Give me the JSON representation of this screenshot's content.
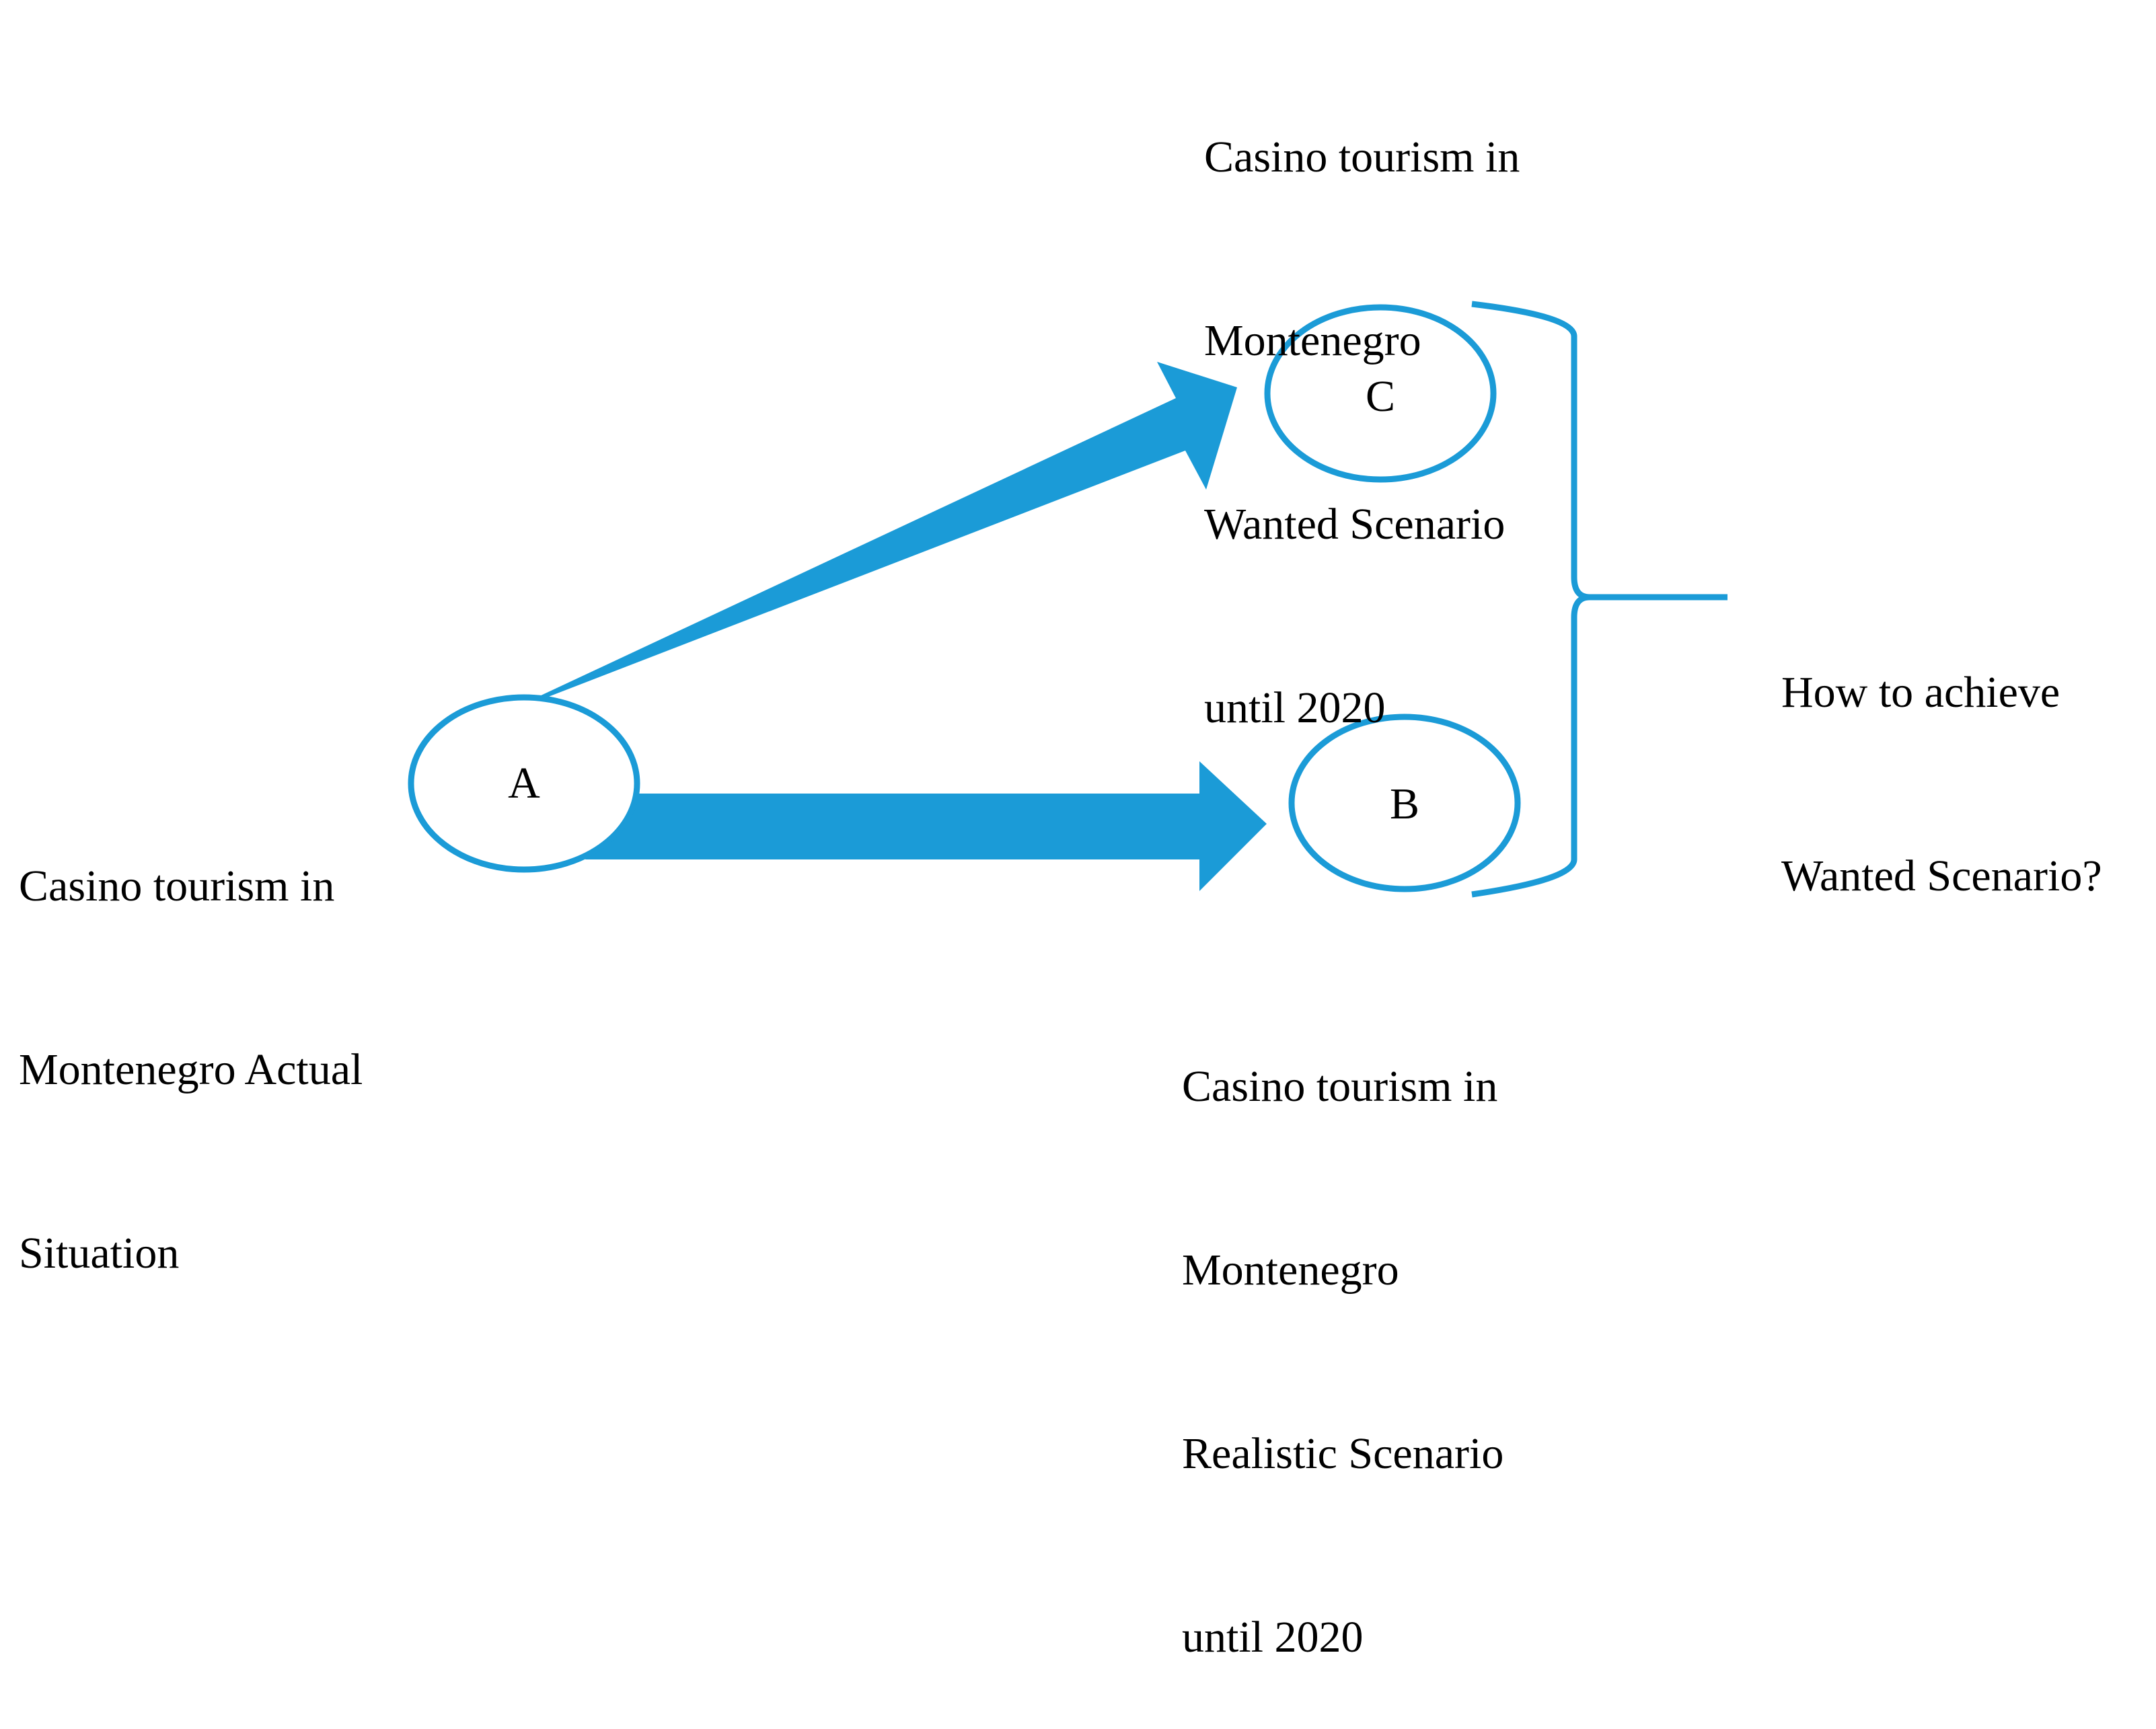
{
  "colors": {
    "accent": "#1b9bd7",
    "text": "#000000",
    "background": "#ffffff"
  },
  "nodes": [
    {
      "id": "A",
      "letter": "A",
      "lines": [
        "Casino tourism in",
        "Montenegro Actual",
        "Situation"
      ]
    },
    {
      "id": "C",
      "letter": "C",
      "lines": [
        "Casino tourism in",
        "Montenegro",
        "Wanted Scenario",
        "until 2020"
      ]
    },
    {
      "id": "B",
      "letter": "B",
      "lines": [
        "Casino tourism in",
        "Montenegro",
        "Realistic Scenario",
        "until 2020"
      ]
    }
  ],
  "question": {
    "lines": [
      "How to achieve",
      "Wanted Scenario?"
    ]
  }
}
